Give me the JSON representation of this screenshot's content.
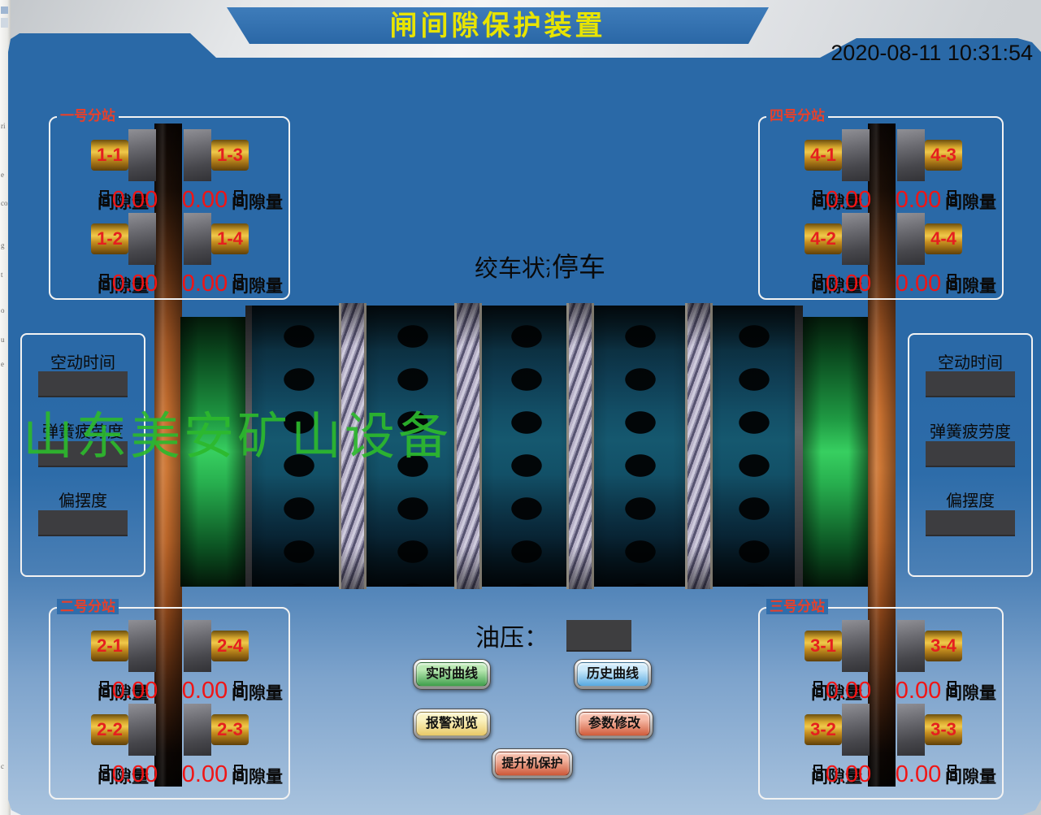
{
  "header": {
    "title": "闸间隙保护装置",
    "datetime": "2020-08-11 10:31:54",
    "title_color": "#e8e400",
    "band_color": "#2f6fae"
  },
  "background_strip": {
    "fragments": [
      "ri",
      "e",
      "co",
      "g",
      "t",
      "o",
      "u",
      "e",
      "c"
    ]
  },
  "winch_status": {
    "label": "绞车状态",
    "value": "停车"
  },
  "oil_pressure": {
    "label": "油压：",
    "value": ""
  },
  "watermark": {
    "text": "山东美安矿山设备",
    "color": "#2db92d"
  },
  "stations": [
    {
      "name": "一号分站",
      "position": "top-left",
      "units": [
        {
          "id": "1-1",
          "gap_label": "间隙量",
          "gap_value": "0.00"
        },
        {
          "id": "1-3",
          "gap_label": "间隙量",
          "gap_value": "0.00"
        },
        {
          "id": "1-2",
          "gap_label": "间隙量",
          "gap_value": "0.00"
        },
        {
          "id": "1-4",
          "gap_label": "间隙量",
          "gap_value": "0.00"
        }
      ]
    },
    {
      "name": "四号分站",
      "position": "top-right",
      "units": [
        {
          "id": "4-1",
          "gap_label": "间隙量",
          "gap_value": "0.00"
        },
        {
          "id": "4-3",
          "gap_label": "间隙量",
          "gap_value": "0.00"
        },
        {
          "id": "4-2",
          "gap_label": "间隙量",
          "gap_value": "0.00"
        },
        {
          "id": "4-4",
          "gap_label": "间隙量",
          "gap_value": "0.00"
        }
      ]
    },
    {
      "name": "二号分站",
      "position": "bottom-left",
      "units": [
        {
          "id": "2-1",
          "gap_label": "间隙量",
          "gap_value": "0.00"
        },
        {
          "id": "2-4",
          "gap_label": "间隙量",
          "gap_value": "0.00"
        },
        {
          "id": "2-2",
          "gap_label": "间隙量",
          "gap_value": "0.00"
        },
        {
          "id": "2-3",
          "gap_label": "间隙量",
          "gap_value": "0.00"
        }
      ]
    },
    {
      "name": "三号分站",
      "position": "bottom-right",
      "units": [
        {
          "id": "3-1",
          "gap_label": "间隙量",
          "gap_value": "0.00"
        },
        {
          "id": "3-4",
          "gap_label": "间隙量",
          "gap_value": "0.00"
        },
        {
          "id": "3-2",
          "gap_label": "间隙量",
          "gap_value": "0.00"
        },
        {
          "id": "3-3",
          "gap_label": "间隙量",
          "gap_value": "0.00"
        }
      ]
    }
  ],
  "side_panels": {
    "left": {
      "items": [
        {
          "label": "空动时间",
          "value": ""
        },
        {
          "label": "弹簧疲劳度",
          "value": ""
        },
        {
          "label": "偏摆度",
          "value": ""
        }
      ]
    },
    "right": {
      "items": [
        {
          "label": "空动时间",
          "value": ""
        },
        {
          "label": "弹簧疲劳度",
          "value": ""
        },
        {
          "label": "偏摆度",
          "value": ""
        }
      ]
    }
  },
  "buttons": {
    "realtime": {
      "label": "实时曲线",
      "top": "#b9e8b2",
      "bottom": "#3f9f4b"
    },
    "history": {
      "label": "历史曲线",
      "top": "#cdeafb",
      "bottom": "#58a9e0"
    },
    "alarm": {
      "label": "报警浏览",
      "top": "#fbf3c2",
      "bottom": "#e9c968"
    },
    "params": {
      "label": "参数修改",
      "top": "#f7bba8",
      "bottom": "#d05c3b"
    },
    "hoist": {
      "label": "提升机保护",
      "top": "#f5b9a5",
      "bottom": "#cd5838"
    }
  },
  "colors": {
    "window_top": "#2a69a7",
    "window_bottom": "#a9c3de",
    "value_red": "#f01515",
    "station_label_red": "#e8402a",
    "cylinder_gold": "#d9a92e",
    "disc_copper": "#c66f2f",
    "shaft_green": "#37cf60"
  }
}
